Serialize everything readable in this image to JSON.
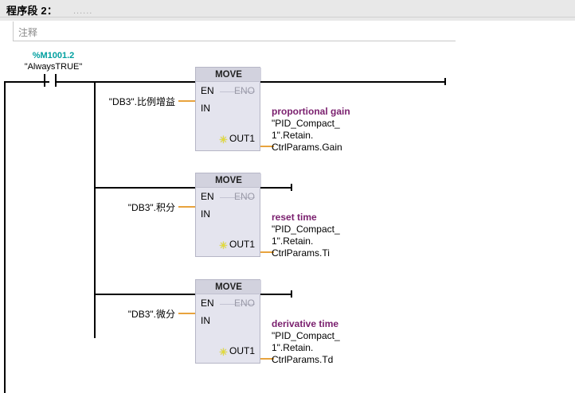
{
  "network": {
    "title": "程序段 2：",
    "title_dots": "......",
    "comment_placeholder": "注释"
  },
  "rung": {
    "contact": {
      "address": "%M1001.2",
      "symbol": "\"AlwaysTRUE\"",
      "type": "normally-open-contact"
    },
    "blocks": [
      {
        "name": "MOVE",
        "en_label": "EN",
        "eno_label": "ENO",
        "in_label": "IN",
        "out_label": "OUT1",
        "out_star": "✳",
        "input_operand": "\"DB3\".比例增益",
        "output_comment": "proportional gain",
        "output_lines": [
          "\"PID_Compact_",
          "1\".Retain.",
          "CtrlParams.Gain"
        ]
      },
      {
        "name": "MOVE",
        "en_label": "EN",
        "eno_label": "ENO",
        "in_label": "IN",
        "out_label": "OUT1",
        "out_star": "✳",
        "input_operand": "\"DB3\".积分",
        "output_comment": "reset time",
        "output_lines": [
          "\"PID_Compact_",
          "1\".Retain.",
          "CtrlParams.Ti"
        ]
      },
      {
        "name": "MOVE",
        "en_label": "EN",
        "eno_label": "ENO",
        "in_label": "IN",
        "out_label": "OUT1",
        "out_star": "✳",
        "input_operand": "\"DB3\".微分",
        "output_comment": "derivative time",
        "output_lines": [
          "\"PID_Compact_",
          "1\".Retain.",
          "CtrlParams.Td"
        ]
      }
    ]
  },
  "colors": {
    "header_bg": "#e8e8e8",
    "box_bg": "#e4e4ee",
    "box_header_bg": "#d2d2de",
    "address_teal": "#00a0a0",
    "comment_purple": "#7a1f6e",
    "signal_gold": "#e8a33d",
    "star_yellow": "#e8e02a"
  }
}
